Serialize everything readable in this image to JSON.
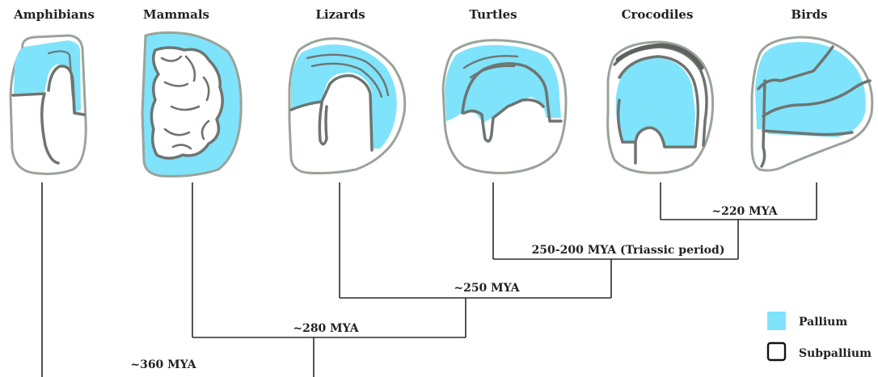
{
  "colors": {
    "pallium": "#7fe3fb",
    "subpallium": "#ffffff",
    "outline": "#9aa39a",
    "inner_stroke": "#6e7470",
    "tree_line": "#2a2a2a"
  },
  "taxa": [
    {
      "label": "Amphibians"
    },
    {
      "label": "Mammals"
    },
    {
      "label": "Lizards"
    },
    {
      "label": "Turtles"
    },
    {
      "label": "Crocodiles"
    },
    {
      "label": "Birds"
    }
  ],
  "divergences": [
    {
      "label": "~220 MYA"
    },
    {
      "label": "250-200 MYA (Triassic period)"
    },
    {
      "label": "~250 MYA"
    },
    {
      "label": "~280 MYA"
    },
    {
      "label": "~360 MYA"
    }
  ],
  "legend": {
    "pallium": {
      "label": "Pallium",
      "icon": "filled-cyan-square"
    },
    "subpallium": {
      "label": "Subpallium",
      "icon": "outlined-square"
    }
  }
}
